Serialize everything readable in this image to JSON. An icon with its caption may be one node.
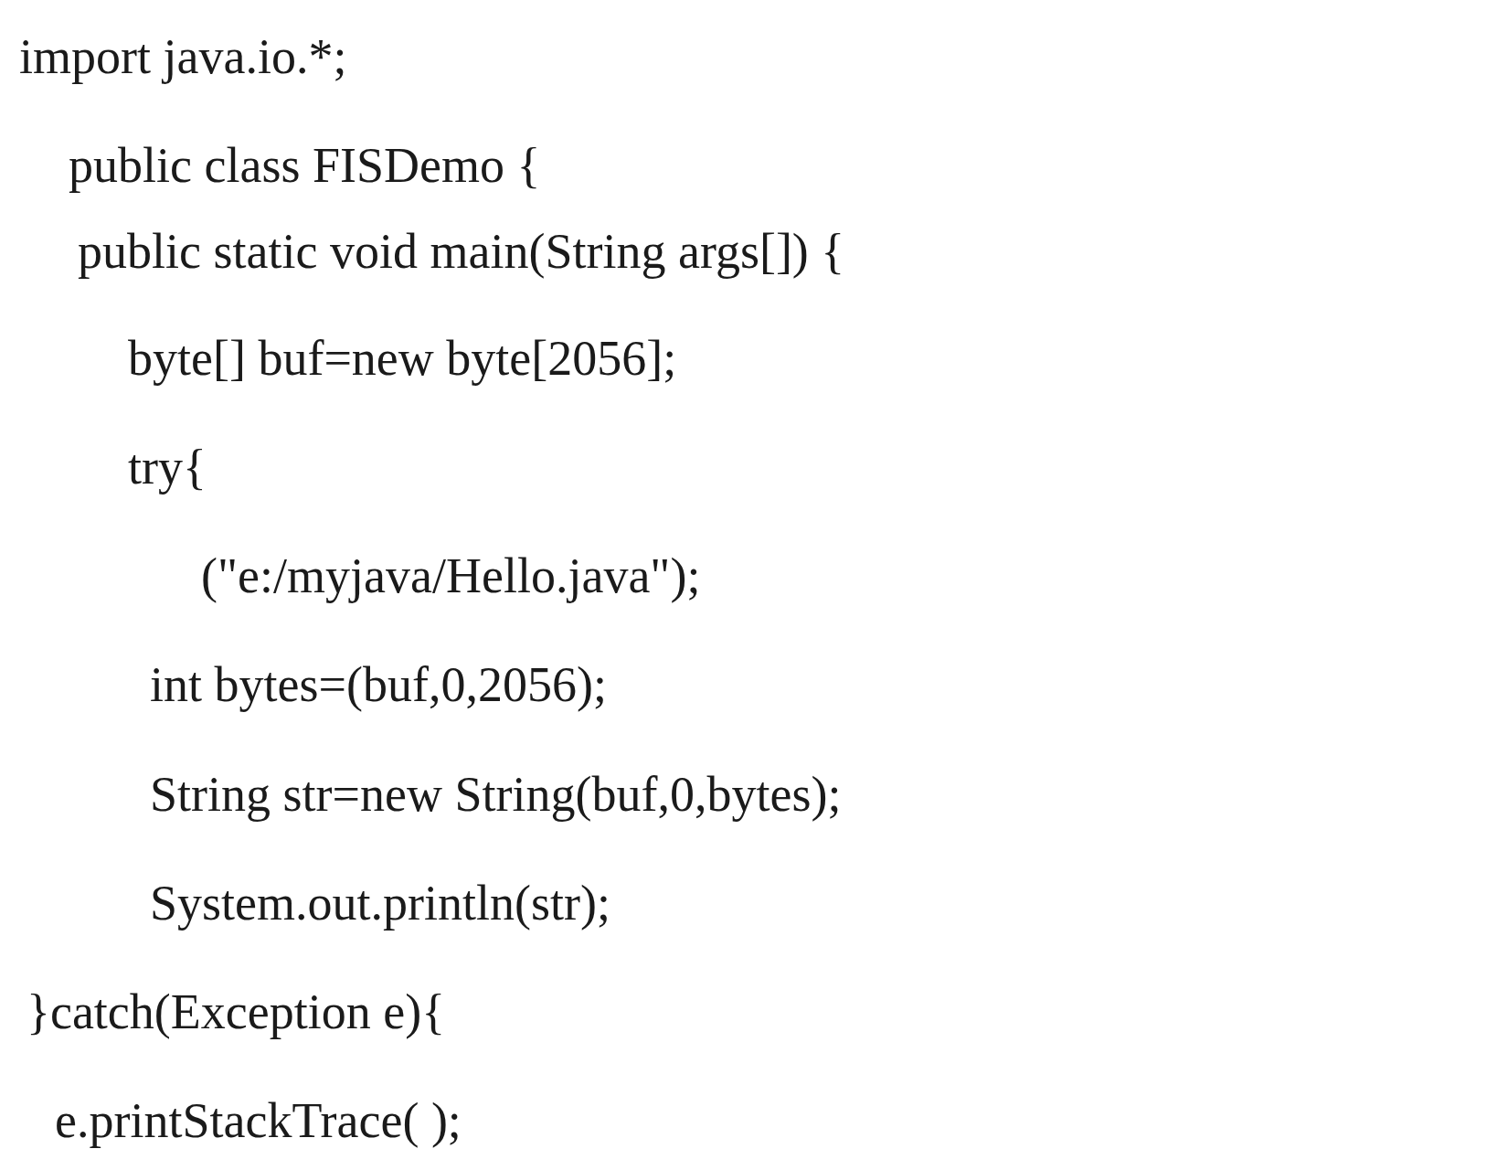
{
  "diagram": {
    "labels": [
      "import java.io.*;",
      "public class FISDemo {",
      "public static void main(String args[]) {",
      "byte[] buf=new byte[2056];",
      "try{",
      "(\"e:/myjava/Hello.java\");",
      "int bytes=(buf,0,2056);",
      "String str=new String(buf,0,bytes);",
      "System.out.println(str);",
      "}catch(Exception e){",
      "e.printStackTrace( );"
    ]
  }
}
